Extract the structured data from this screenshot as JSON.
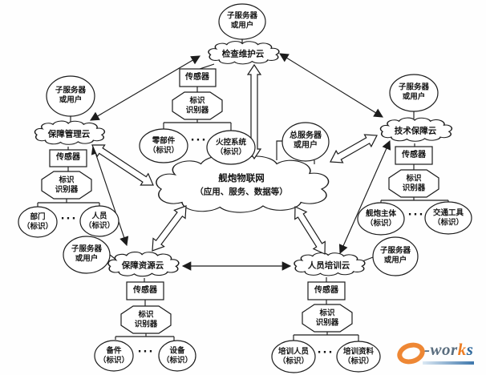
{
  "figure": {
    "center_cloud": {
      "title": "舰炮物联网",
      "subtitle": "（应用、服务、数据等）"
    },
    "clouds": {
      "inspection": "检查维护云",
      "management": "保障管理云",
      "technical": "技术保障云",
      "resource": "保障资源云",
      "training": "人员培训云"
    },
    "nodes": {
      "sub_server": "子服务器\n或用户",
      "main_server": "总服务器\n或用户",
      "sensor": "传感器",
      "identifier": "标识\n识别器",
      "ellipsis": "···"
    },
    "leaves": {
      "parts": "零部件\n（标识）",
      "fire_control": "火控系统\n（标识）",
      "department": "部门\n（标识）",
      "personnel": "人员\n（标识）",
      "gun_body": "舰炮主体\n（标识）",
      "vehicle": "交通工具\n（标识）",
      "spare": "备件\n（标识）",
      "equipment": "设备\n（标识）",
      "trainee": "培训人员\n（标识）",
      "material": "培训资料\n（标识）"
    },
    "logo": {
      "wor": "-wor",
      "k": "k",
      "s": "s"
    }
  },
  "colors": {
    "line": "#1c1c1c",
    "logo-orange": "#ed7d23",
    "logo-gray": "#5b6e7f",
    "logo-blue": "#30699c",
    "logo-bar-from": "#dce9f4",
    "logo-bar-to": "#3d76ab"
  }
}
